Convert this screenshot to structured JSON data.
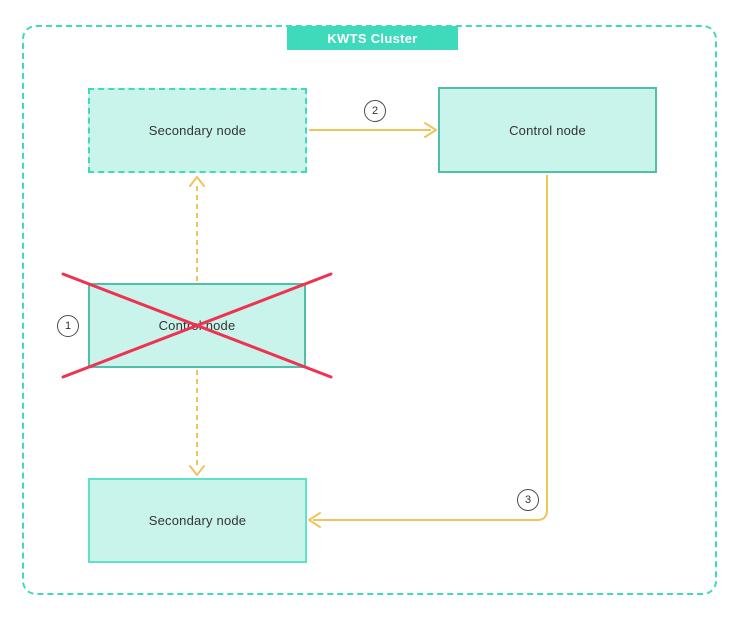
{
  "diagram": {
    "title": "KWTS Cluster",
    "nodes": {
      "secondary_top": {
        "label": "Secondary node",
        "style": "dashed"
      },
      "control_active": {
        "label": "Control node",
        "style": "solid"
      },
      "control_failed": {
        "label": "Control node",
        "style": "solid-crossed-out"
      },
      "secondary_bottom": {
        "label": "Secondary node",
        "style": "solid"
      }
    },
    "steps": {
      "step1": "1",
      "step2": "2",
      "step3": "3"
    },
    "connectors": [
      {
        "step": "1",
        "meaning": "control node fails (crossed out)",
        "style": "red-cross"
      },
      {
        "step": "2",
        "meaning": "secondary node promoted to control node",
        "style": "solid-orange-arrow-right"
      },
      {
        "step": "3",
        "meaning": "new control node connects to secondary node",
        "style": "solid-orange-elbow-arrow-left"
      },
      {
        "step": "",
        "meaning": "failed control node was linked to both secondary nodes",
        "style": "dashed-orange-arrows-up-and-down"
      }
    ],
    "colors": {
      "teal": "#3fd9bc",
      "teal_border": "#4fbfa9",
      "teal_border_light": "#5fe0cc",
      "node_fill": "#c9f4ec",
      "arrow_orange": "#efc45c",
      "cross_red": "#ee3350",
      "label_text": "#333333",
      "banner_text": "#ffffff"
    }
  }
}
